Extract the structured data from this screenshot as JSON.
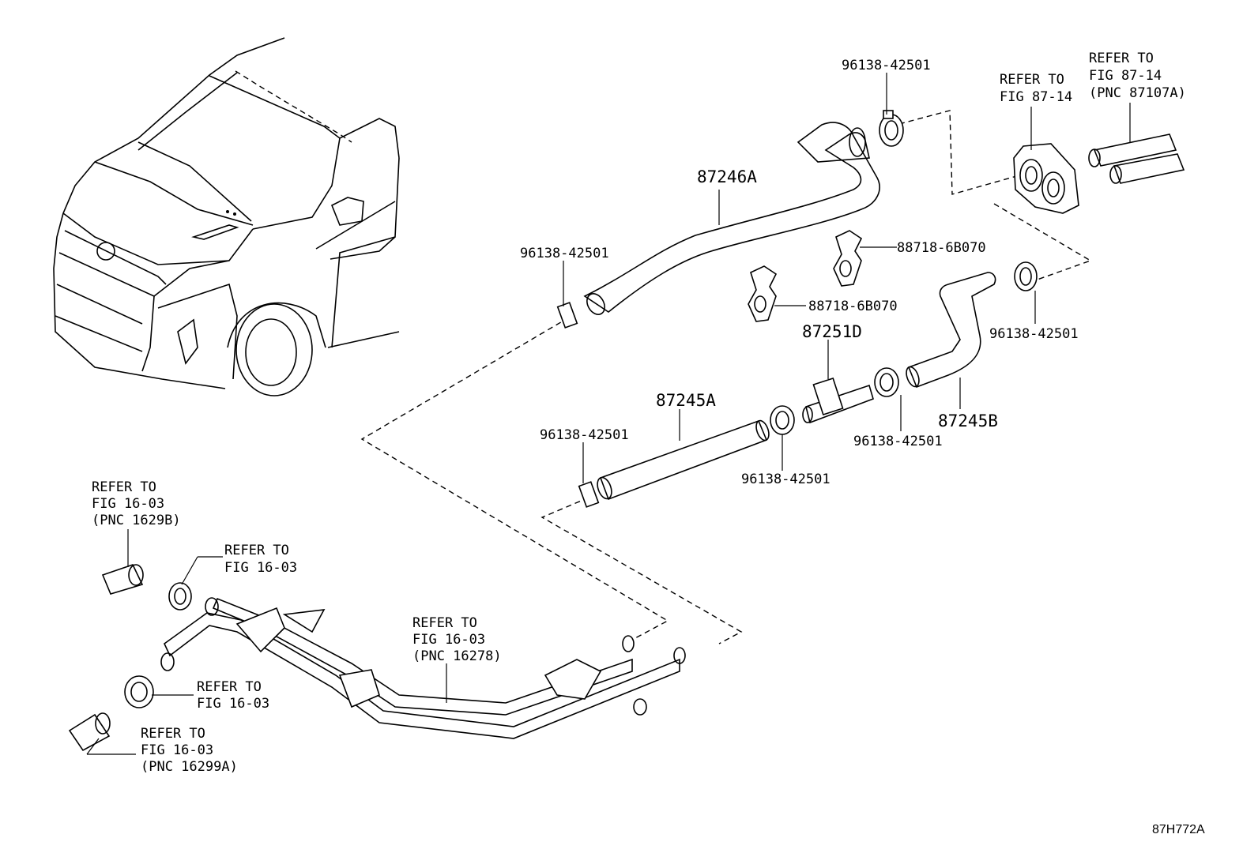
{
  "diagram": {
    "figure_code": "87H772A",
    "labels": {
      "hose_upper": "87246A",
      "hose_lower_a": "87245A",
      "hose_lower_b": "87245B",
      "joint": "87251D",
      "clip_1": "88718-6B070",
      "clip_2": "88718-6B070",
      "clamp_top": "96138-42501",
      "clamp_upper_left": "96138-42501",
      "clamp_right": "96138-42501",
      "clamp_mid_right": "96138-42501",
      "clamp_mid": "96138-42501",
      "clamp_lower_left": "96138-42501"
    },
    "refs": {
      "ref_87_14_a": [
        "REFER TO",
        "FIG 87-14"
      ],
      "ref_87_14_b": [
        "REFER TO",
        "FIG 87-14",
        "(PNC 87107A)"
      ],
      "ref_16_03_a": [
        "REFER TO",
        "FIG 16-03",
        "(PNC 1629B)"
      ],
      "ref_16_03_b": [
        "REFER TO",
        "FIG 16-03"
      ],
      "ref_16_03_c": [
        "REFER TO",
        "FIG 16-03",
        "(PNC 16278)"
      ],
      "ref_16_03_d": [
        "REFER TO",
        "FIG 16-03"
      ],
      "ref_16_03_e": [
        "REFER TO",
        "FIG 16-03",
        "(PNC 16299A)"
      ]
    }
  }
}
